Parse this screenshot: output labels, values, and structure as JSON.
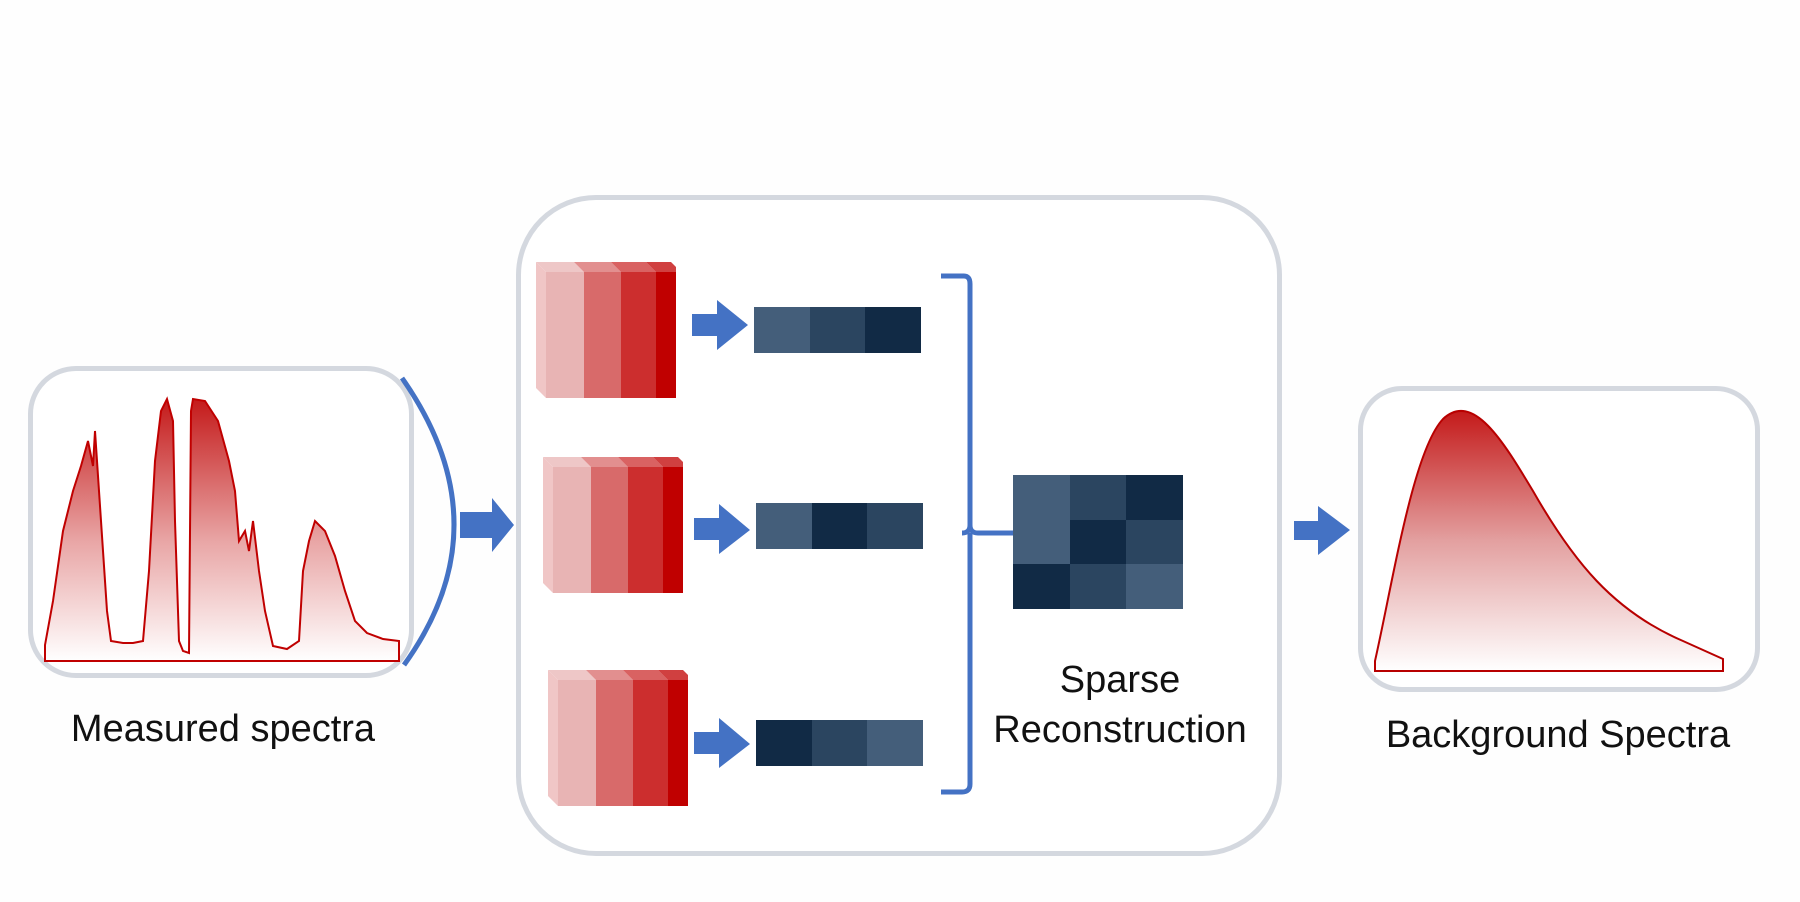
{
  "diagram": {
    "title": "Sparse reconstruction of background spectra",
    "colors": {
      "arrow_blue": "#4472c4",
      "panel_border": "#d4d8df",
      "spectrum_red": "#c00000",
      "coef_light": "#445e7a",
      "coef_mid": "#2b4560",
      "coef_dark": "#112a45",
      "cube_faces": [
        "#e8b4b4",
        "#d86a6a",
        "#cc2e2e",
        "#c00000"
      ]
    },
    "input": {
      "label": "Measured spectra",
      "icon": "spectrum-plot-icon"
    },
    "middle": {
      "rows": [
        {
          "cube": "spectral-cube-icon",
          "coefficients": [
            "light",
            "mid",
            "dark"
          ]
        },
        {
          "cube": "spectral-cube-icon",
          "coefficients": [
            "light",
            "dark",
            "mid"
          ]
        },
        {
          "cube": "spectral-cube-icon",
          "coefficients": [
            "dark",
            "mid",
            "light"
          ]
        }
      ],
      "matrix": [
        [
          "light",
          "mid",
          "dark"
        ],
        [
          "light",
          "dark",
          "mid"
        ],
        [
          "dark",
          "mid",
          "light"
        ]
      ],
      "label_line1": "Sparse",
      "label_line2": "Reconstruction"
    },
    "output": {
      "label": "Background Spectra",
      "icon": "smooth-spectrum-icon"
    }
  }
}
